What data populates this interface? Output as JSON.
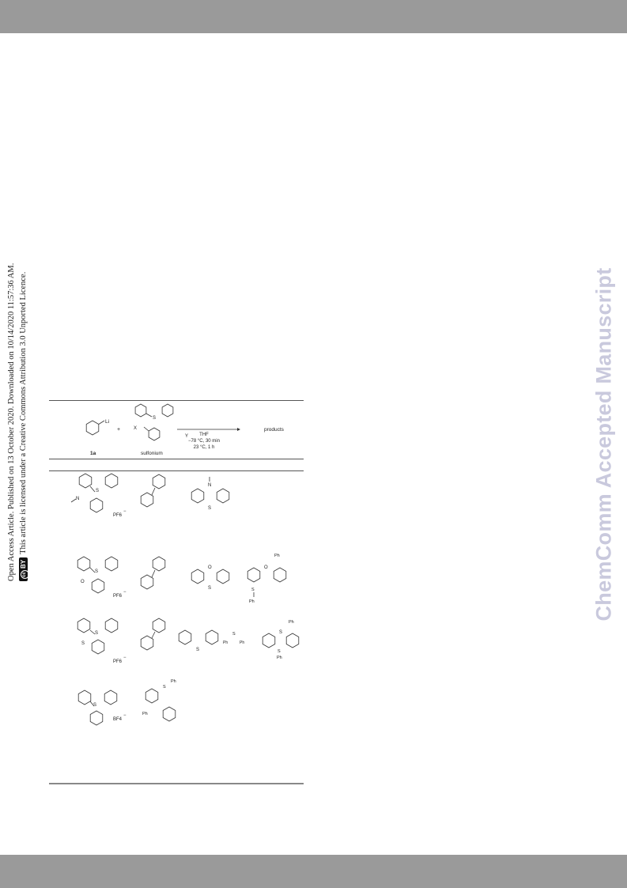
{
  "sidebar": {
    "line1": "Open Access Article. Published on 13 October 2020. Downloaded on 10/14/2020 11:57:36 AM.",
    "line2": "This article is licensed under a Creative Commons Attribution 3.0 Unported Licence.",
    "badge_cc": "cc",
    "badge_by": "BY"
  },
  "watermark": "ChemComm Accepted Manuscript",
  "scheme": {
    "reagent_label": "1a",
    "reagent_atom": "Li",
    "plus": "+",
    "sulfonium_label": "sulfonium",
    "x_atom": "X",
    "counterion": "Y",
    "conditions": [
      "THF",
      "−78 °C, 30 min",
      "23 °C, 1 h"
    ],
    "products": "products"
  },
  "rows": [
    {
      "anion": "PF6",
      "charge": "−",
      "n_label": "N"
    },
    {
      "anion": "PF6",
      "charge": "−",
      "o_label": "O",
      "ph": "Ph",
      "s": "S"
    },
    {
      "anion": "PF6",
      "charge": "−",
      "s": "S",
      "ph": "Ph"
    },
    {
      "anion": "BF4",
      "charge": "−",
      "s": "S",
      "ph": "Ph"
    }
  ]
}
